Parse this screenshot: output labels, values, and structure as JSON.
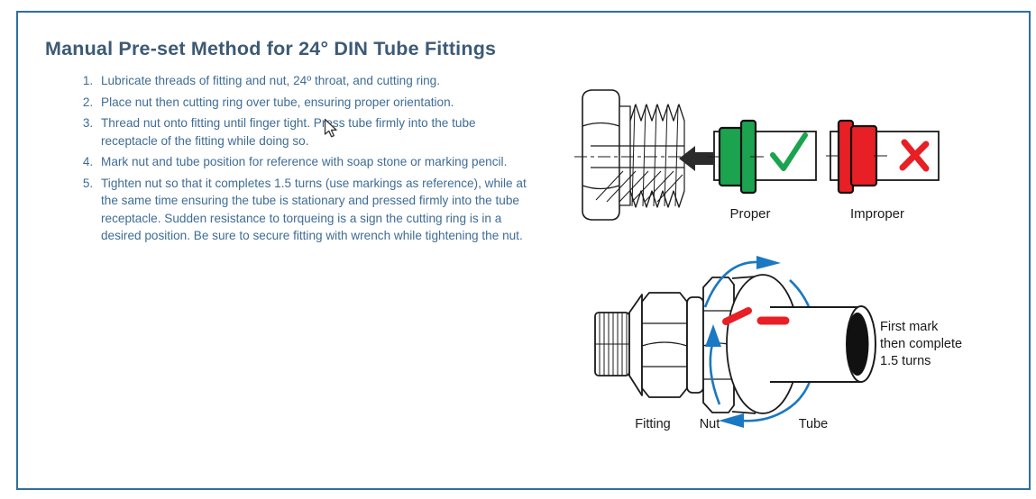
{
  "page": {
    "title": "Manual Pre-set Method for 24° DIN Tube Fittings"
  },
  "instructions": {
    "items": [
      "Lubricate threads of fitting and nut, 24º throat, and cutting ring.",
      "Place nut then cutting ring over tube, ensuring proper orientation.",
      "Thread nut onto fitting until finger tight. Press tube firmly into the tube receptacle of the fitting while doing so.",
      "Mark nut and tube position for reference with soap stone or marking pencil.",
      "Tighten nut so that it completes 1.5 turns (use markings as reference), while at the same time ensuring the tube is stationary and pressed firmly into the tube receptacle. Sudden resistance to torqueing is a sign the cutting ring is in a desired position. Be sure to secure fitting with wrench while tightening the nut."
    ]
  },
  "orientation_diagram": {
    "proper_label": "Proper",
    "improper_label": "Improper"
  },
  "assembly_diagram": {
    "fitting_label": "Fitting",
    "nut_label": "Nut",
    "tube_label": "Tube",
    "note_lines": {
      "0": "First mark",
      "1": "then complete",
      "2": "1.5 turns"
    }
  },
  "colors": {
    "frame_border": "#2e6f9f",
    "title_text": "#3d5a74",
    "body_text": "#3f6c95",
    "proper_green": "#1ca350",
    "improper_red": "#e81f25",
    "rotation_blue": "#1b78c2",
    "line_art": "#1a1a1a"
  }
}
